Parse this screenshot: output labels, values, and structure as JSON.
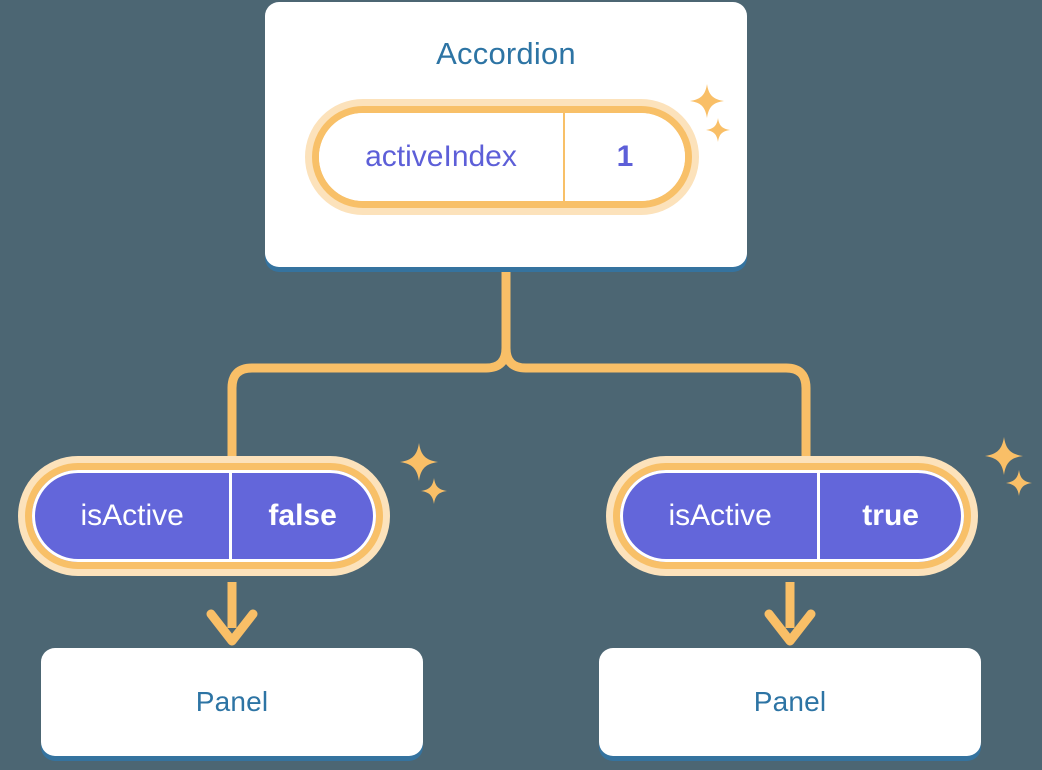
{
  "theme": {
    "background": "#4c6673",
    "card_background": "#ffffff",
    "card_shadow": "#35739f",
    "title_color": "#2d74a4",
    "pill_ring": "#f8c068",
    "pill_halo": "#fce2bb",
    "pill_solid_fill": "#6366da",
    "pill_text_light": "#5d5fd8",
    "pill_text_dark": "#ffffff",
    "connector_color": "#f9bf67",
    "sparkle_color": "#f9bf67"
  },
  "diagram": {
    "type": "component-state-tree",
    "root": {
      "title": "Accordion",
      "state": {
        "key": "activeIndex",
        "value": "1"
      }
    },
    "children": [
      {
        "state": {
          "key": "isActive",
          "value": "false"
        },
        "panel": {
          "title": "Panel"
        }
      },
      {
        "state": {
          "key": "isActive",
          "value": "true"
        },
        "panel": {
          "title": "Panel"
        }
      }
    ]
  },
  "icons": {
    "sparkle_large": "sparkle-large-icon",
    "sparkle_small": "sparkle-small-icon",
    "arrow_down": "arrow-down-icon"
  }
}
